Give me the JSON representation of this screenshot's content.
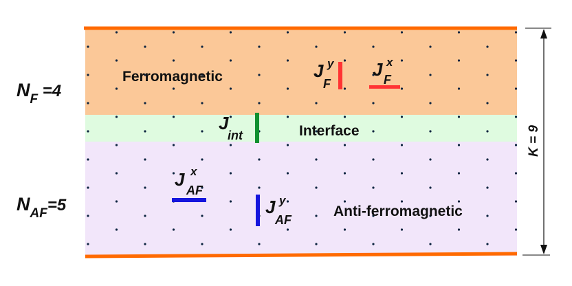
{
  "regions": {
    "ferro": {
      "label": "Ferromagnetic",
      "color": "#fbc898"
    },
    "interface": {
      "label": "Interface",
      "color": "#dffbe0"
    },
    "antiferro": {
      "label": "Anti-ferromagnetic",
      "color": "#f2e6fa"
    }
  },
  "boundary_color": "#ff6a00",
  "dot_color": "#0d2540",
  "layers": {
    "nf": {
      "symbol": "N",
      "sub": "F",
      "value": " =4"
    },
    "naf": {
      "symbol": "N",
      "sub": "AF",
      "value": "=5"
    },
    "k": "K = 9"
  },
  "couplings": {
    "jfy": {
      "symbol": "J",
      "sub": "F",
      "sup": "y",
      "color": "#ff3333"
    },
    "jfx": {
      "symbol": "J",
      "sub": "F",
      "sup": "x",
      "color": "#ff3333"
    },
    "jint": {
      "symbol": "J",
      "sub": "int",
      "color": "#109030"
    },
    "jafx": {
      "symbol": "J",
      "sub": "AF",
      "sup": "x",
      "color": "#1515dd"
    },
    "jafy": {
      "symbol": "J",
      "sub": "AF",
      "sup": "y",
      "color": "#1515dd"
    }
  }
}
